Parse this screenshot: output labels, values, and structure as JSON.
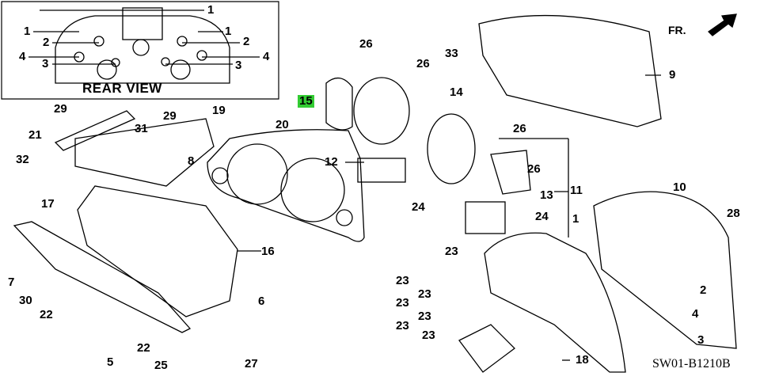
{
  "diagram": {
    "title_box": "REAR VIEW",
    "drawing_code": "SW01-B1210B",
    "direction": "FR.",
    "highlight_color": "#33cc33",
    "rear_view_labels": [
      "1",
      "1",
      "1",
      "2",
      "2",
      "4",
      "4",
      "3",
      "3"
    ],
    "labels": [
      "29",
      "31",
      "29",
      "19",
      "21",
      "32",
      "8",
      "20",
      "17",
      "16",
      "7",
      "30",
      "22",
      "6",
      "22",
      "5",
      "25",
      "27",
      "26",
      "26",
      "33",
      "15",
      "14",
      "9",
      "26",
      "12",
      "26",
      "24",
      "13",
      "11",
      "24",
      "10",
      "28",
      "1",
      "23",
      "23",
      "23",
      "23",
      "23",
      "23",
      "23",
      "2",
      "4",
      "3",
      "18"
    ],
    "highlighted_label": "15"
  }
}
